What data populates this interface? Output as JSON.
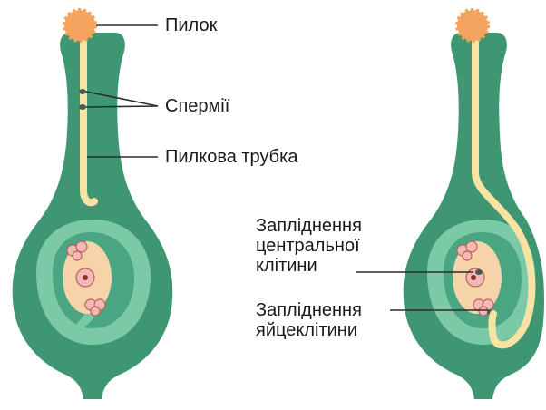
{
  "labels": {
    "pollen": "Пилок",
    "sperms": "Спермії",
    "pollen_tube": "Пилкова трубка",
    "central_fert": "Запліднення\nцентральної\nклітини",
    "egg_fert": "Запліднення\nяйцеклітини"
  },
  "colors": {
    "pistil": "#3e9673",
    "ovary_inner": "#7cc9a7",
    "ovule_band": "#4aa583",
    "embryo_sac": "#f6d3a8",
    "pollen": "#f4a45e",
    "tube": "#f9e3a3",
    "cell": "#f2b8b6",
    "line": "#2d2d2d"
  }
}
